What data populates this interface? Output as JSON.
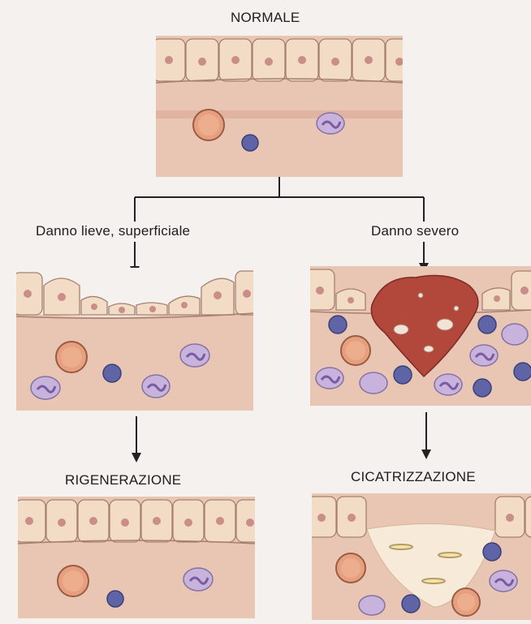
{
  "labels": {
    "normal": "NORMALE",
    "mild": "Danno lieve, superficiale",
    "severe": "Danno severo",
    "regeneration": "RIGENERAZIONE",
    "scarring": "CICATRIZZAZIONE"
  },
  "colors": {
    "background": "#f4f1ee",
    "tissue": "#e9c6b4",
    "epithelium": "#f3dcc6",
    "nucleus": "#c98e8a",
    "cell_blue": "#5f64a6",
    "cell_purple": "#c7b3dc",
    "cell_orange": "#e6a07f",
    "clot": "#b2473c",
    "scar": "#f7ead8"
  }
}
